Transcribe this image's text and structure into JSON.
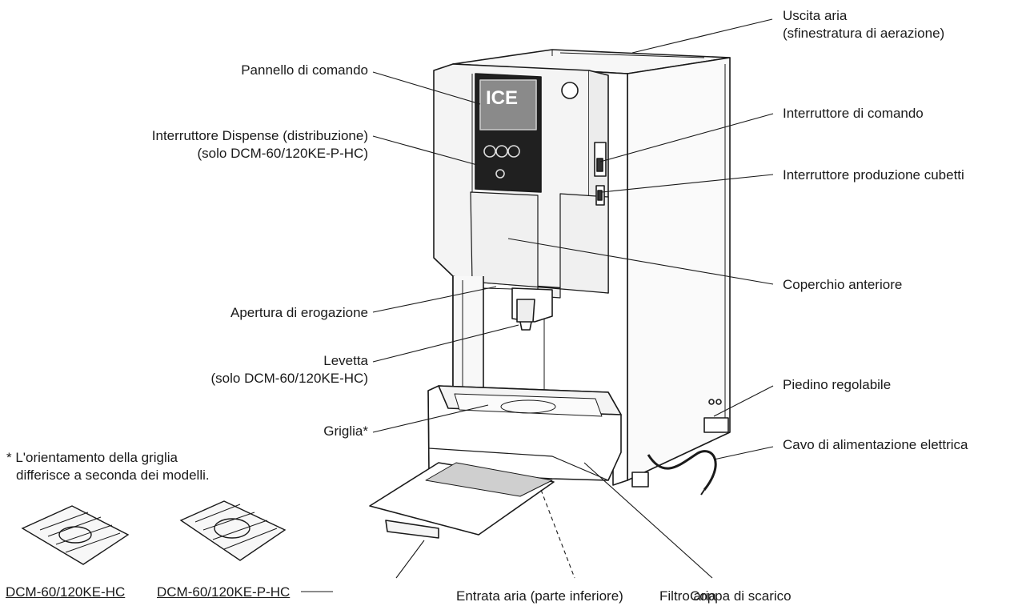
{
  "labels": {
    "air_outlet": "Uscita aria",
    "air_outlet_sub": "(sfinestratura di aerazione)",
    "control_panel": "Pannello di comando",
    "dispense_switch": "Interruttore Dispense (distribuzione)",
    "dispense_switch_sub": "(solo DCM-60/120KE-P-HC)",
    "control_switch": "Interruttore di comando",
    "ice_production_switch": "Interruttore produzione cubetti",
    "front_cover": "Coperchio anteriore",
    "dispensing_opening": "Apertura di erogazione",
    "lever": "Levetta",
    "lever_sub": "(solo DCM-60/120KE-HC)",
    "adjustable_foot": "Piedino regolabile",
    "grille": "Griglia*",
    "power_cord": "Cavo di alimentazione elettrica",
    "grille_note_1": "* L'orientamento della griglia",
    "grille_note_2": "differisce a seconda dei modelli.",
    "model_1": "DCM-60/120KE-HC",
    "model_2": "DCM-60/120KE-P-HC",
    "air_inlet": "Entrata aria (parte inferiore)",
    "filter": "Filtro aria",
    "drain_cup": "Coppa di scarico"
  },
  "panel_logo": "ICE",
  "colors": {
    "line": "#1a1a1a",
    "fill_light": "#f2f2f2",
    "panel_dark": "#202020"
  }
}
